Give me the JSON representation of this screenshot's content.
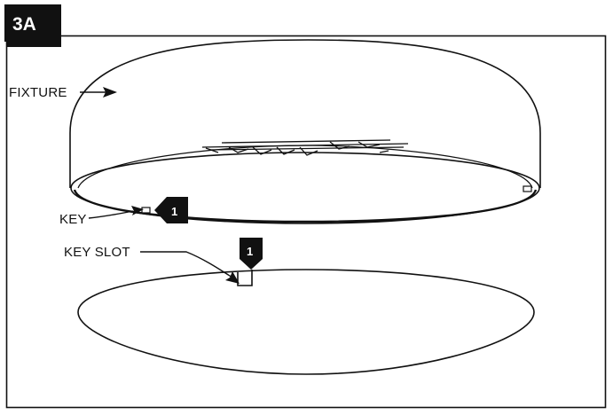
{
  "step_tag": "3A",
  "labels": {
    "fixture": "FIXTURE",
    "key": "KEY",
    "key_slot": "KEY SLOT"
  },
  "badges": {
    "key_badge": "1",
    "key_slot_badge": "1"
  },
  "colors": {
    "ink": "#111111",
    "background": "#ffffff"
  }
}
